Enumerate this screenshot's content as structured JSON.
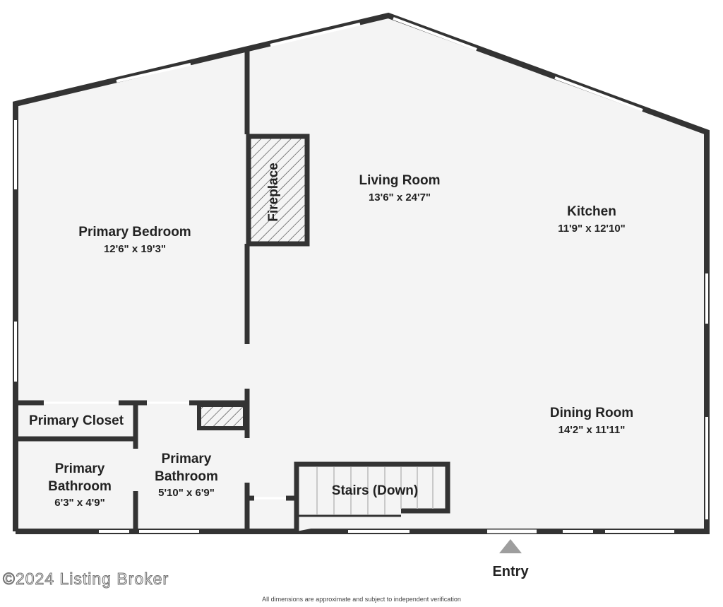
{
  "colors": {
    "wall": "#333333",
    "floor": "#f4f4f4",
    "window": "#ffffff",
    "entry_marker": "#9e9e9e",
    "text": "#222222"
  },
  "rooms": {
    "primary_bedroom": {
      "name": "Primary Bedroom",
      "dims": "12'6\" x 19'3\""
    },
    "living_room": {
      "name": "Living Room",
      "dims": "13'6\" x 24'7\""
    },
    "kitchen": {
      "name": "Kitchen",
      "dims": "11'9\" x 12'10\""
    },
    "dining_room": {
      "name": "Dining Room",
      "dims": "14'2\" x 11'11\""
    },
    "primary_closet": {
      "name": "Primary Closet"
    },
    "primary_bathroom_1": {
      "name_line1": "Primary",
      "name_line2": "Bathroom",
      "dims": "6'3\" x 4'9\""
    },
    "primary_bathroom_2": {
      "name_line1": "Primary",
      "name_line2": "Bathroom",
      "dims": "5'10\" x 6'9\""
    },
    "stairs": {
      "name": "Stairs (Down)"
    }
  },
  "fireplace": {
    "label": "Fireplace"
  },
  "entry": {
    "label": "Entry"
  },
  "watermark": "©2024 Listing Broker",
  "disclaimer": "All dimensions are approximate and subject to independent verification"
}
